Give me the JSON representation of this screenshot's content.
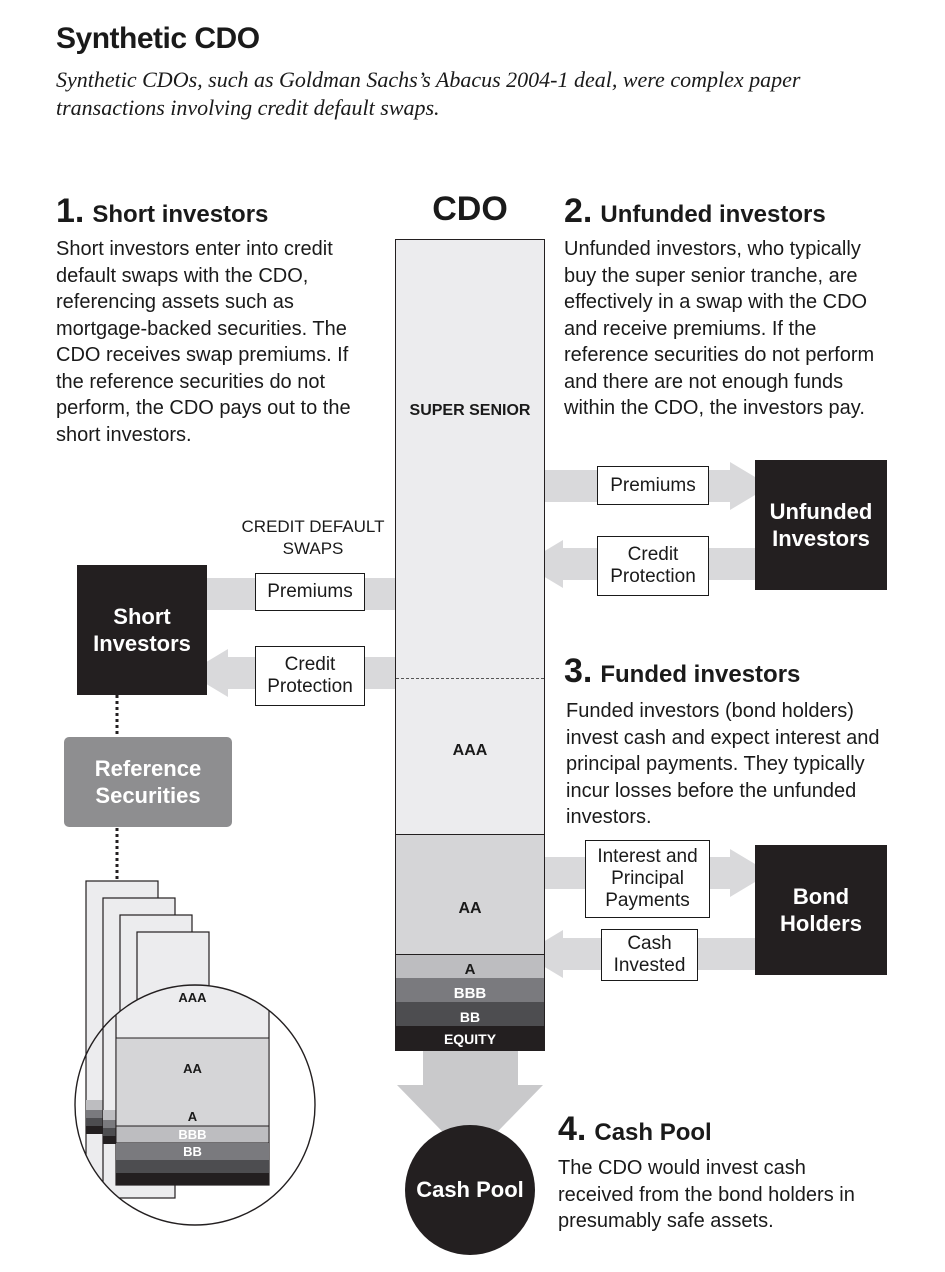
{
  "title": "Synthetic CDO",
  "subtitle": "Synthetic CDOs, such as Goldman Sachs’s Abacus 2004-1 deal, were complex paper transactions involving credit default swaps.",
  "cdo_label": "CDO",
  "sections": [
    {
      "number": "1.",
      "heading": "Short investors",
      "body": "Short investors enter into credit default swaps with the CDO, referencing assets such as mortgage-backed securities. The CDO receives swap premiums. If the reference securities do not perform, the CDO pays out to the short investors."
    },
    {
      "number": "2.",
      "heading": "Unfunded investors",
      "body": "Unfunded investors, who typically buy the super senior tranche, are effectively in a swap with the CDO and receive premiums. If the reference securities do not perform and there are not enough funds within the CDO, the investors pay."
    },
    {
      "number": "3.",
      "heading": "Funded investors",
      "body": "Funded investors (bond holders) invest cash and expect interest and principal payments. They typically incur losses before the unfunded investors."
    },
    {
      "number": "4.",
      "heading": "Cash Pool",
      "body": "The CDO would invest cash received from the bond holders in presumably safe assets."
    }
  ],
  "tranches": [
    "SUPER SENIOR",
    "AAA",
    "AA",
    "A",
    "BBB",
    "BB",
    "EQUITY"
  ],
  "mini_tranches": [
    "AAA",
    "AA",
    "A",
    "BBB",
    "BB"
  ],
  "cds_label": "CREDIT DEFAULT SWAPS",
  "flows": {
    "short_premiums": "Premiums",
    "short_protection": "Credit Protection",
    "unfunded_premiums": "Premiums",
    "unfunded_protection": "Credit Protection",
    "bond_payments": "Interest and Principal Payments",
    "bond_cash": "Cash Invested"
  },
  "entities": {
    "short_investors": "Short Investors",
    "reference_securities": "Reference Securities",
    "unfunded_investors": "Unfunded Investors",
    "bond_holders": "Bond Holders",
    "cash_pool": "Cash Pool"
  },
  "colors": {
    "dark": "#231f20",
    "arrow_gray": "#d9d9db",
    "tranche_light": "#ececee",
    "tranche_mid": "#d5d5d7",
    "tranche_a": "#bdbdc0",
    "tranche_bbb": "#7a7a7e",
    "tranche_bb": "#4d4d50",
    "reference_gray": "#8e8e90"
  }
}
